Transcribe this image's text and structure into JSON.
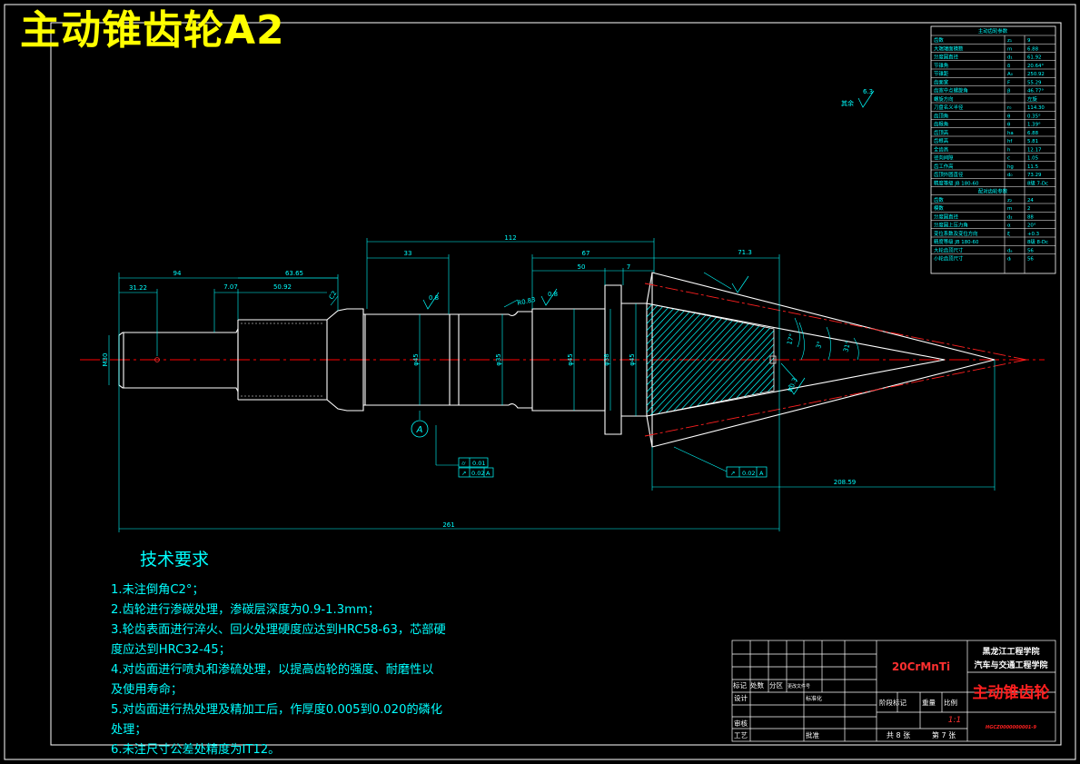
{
  "title": "主动锥齿轮A2",
  "roughness": {
    "rest_label": "其余",
    "rest_value": "6.3",
    "journal_value": "0.8"
  },
  "dimensions": {
    "d112": "112",
    "d33": "33",
    "d67": "67",
    "d50": "50",
    "d7": "7",
    "d71_3": "71.3",
    "d94": "94",
    "d63_65": "63.65",
    "d31_22": "31.22",
    "d7_07": "7.07",
    "d50_92": "50.92",
    "d261": "261",
    "d208_59": "208.59",
    "dM30": "M30",
    "dphi45_a": "φ45",
    "dphi35": "φ35",
    "dphi45_b": "φ45",
    "dphi38": "φ38",
    "dphi45_c": "φ45",
    "chamfer": "R0.83",
    "chamfer2": "C2",
    "angle1": "17°",
    "angle2": "3°",
    "angle3": "31°",
    "small_r": "R0.3"
  },
  "datum": "A",
  "gdt": [
    {
      "symbol": "⌭",
      "value": "0.01",
      "datum": ""
    },
    {
      "symbol": "↗",
      "value": "0.02",
      "datum": "A"
    },
    {
      "symbol": "↗",
      "value": "0.02",
      "datum": "A"
    }
  ],
  "params": {
    "header": "主动齿轮参数",
    "rows": [
      {
        "name": "齿数",
        "sym": "z₁",
        "val": "9"
      },
      {
        "name": "大端端面模数",
        "sym": "m",
        "val": "6.88"
      },
      {
        "name": "分度圆直径",
        "sym": "d₁",
        "val": "61.92"
      },
      {
        "name": "节锥角",
        "sym": "δ",
        "val": "20.64°"
      },
      {
        "name": "节锥距",
        "sym": "A₀",
        "val": "250.92"
      },
      {
        "name": "齿面宽",
        "sym": "F",
        "val": "55.29"
      },
      {
        "name": "齿宽中点螺旋角",
        "sym": "β",
        "val": "46.77°"
      },
      {
        "name": "螺旋方向",
        "sym": "",
        "val": "左旋"
      },
      {
        "name": "刀盘名义半径",
        "sym": "r₀",
        "val": "114.30"
      },
      {
        "name": "齿顶角",
        "sym": "θ",
        "val": "0.35°"
      },
      {
        "name": "齿根角",
        "sym": "θ",
        "val": "1.39°"
      },
      {
        "name": "齿顶高",
        "sym": "ha",
        "val": "6.88"
      },
      {
        "name": "齿根高",
        "sym": "hf",
        "val": "5.81"
      },
      {
        "name": "全齿高",
        "sym": "h",
        "val": "12.17"
      },
      {
        "name": "径向间隙",
        "sym": "c",
        "val": "1.05"
      },
      {
        "name": "齿工作高",
        "sym": "hg",
        "val": "11.5"
      },
      {
        "name": "齿顶外圆直径",
        "sym": "d₀",
        "val": "73.29"
      },
      {
        "name": "精度等级 JB 180-60",
        "sym": "",
        "val": "8级 7-Dc"
      }
    ],
    "header2": "配对齿轮参数",
    "rows2": [
      {
        "name": "齿数",
        "sym": "z₂",
        "val": "24"
      },
      {
        "name": "模数",
        "sym": "m",
        "val": "2"
      },
      {
        "name": "分度圆直径",
        "sym": "d₂",
        "val": "88"
      },
      {
        "name": "分度圆上压力角",
        "sym": "α",
        "val": "20°"
      },
      {
        "name": "变位系数及变位方向",
        "sym": "ξ",
        "val": "+0.3"
      },
      {
        "name": "精度等级 JB 180-60",
        "sym": "",
        "val": "8级 8-Dc"
      },
      {
        "name": "大轮齿顶尺寸",
        "sym": "dₐ",
        "val": "56"
      },
      {
        "name": "小轮齿顶尺寸",
        "sym": "dᵢ",
        "val": "56"
      }
    ]
  },
  "tech": {
    "heading": "技术要求",
    "items": [
      "1.未注倒角C2°；",
      "2.齿轮进行渗碳处理，渗碳层深度为0.9-1.3mm；",
      "3.轮齿表面进行淬火、回火处理硬度应达到HRC58-63，芯部硬",
      "度应达到HRC32-45；",
      "4.对齿面进行喷丸和渗硫处理，以提高齿轮的强度、耐磨性以",
      "及使用寿命；",
      "5.对齿面进行热处理及精加工后，作厚度0.005到0.020的磷化",
      "处理；",
      "6.未注尺寸公差处精度为IT12。"
    ]
  },
  "title_block": {
    "material": "20CrMnTi",
    "school1": "黑龙江工程学院",
    "school2": "汽车与交通工程学院",
    "part_name": "主动锥齿轮",
    "drawing_no": "HGCZ0000000001-9",
    "scale": "1:1",
    "sheets": "共 8 张",
    "sheet_no": "第 7 张",
    "labels": {
      "mark": "标记",
      "qty": "处数",
      "zone": "分区",
      "change_doc": "更改文件号",
      "design": "设计",
      "standard": "标准化",
      "stage": "阶段标记",
      "weight": "重量",
      "ratio": "比例",
      "review": "审核",
      "process": "工艺",
      "approve": "批准"
    }
  },
  "colors": {
    "frame": "#ffffff",
    "part": "#ffffff",
    "center": "#ff0000",
    "dim": "#00ffff",
    "hatch": "#00ffff",
    "title": "#ffff00",
    "name_red": "#ff2020"
  }
}
